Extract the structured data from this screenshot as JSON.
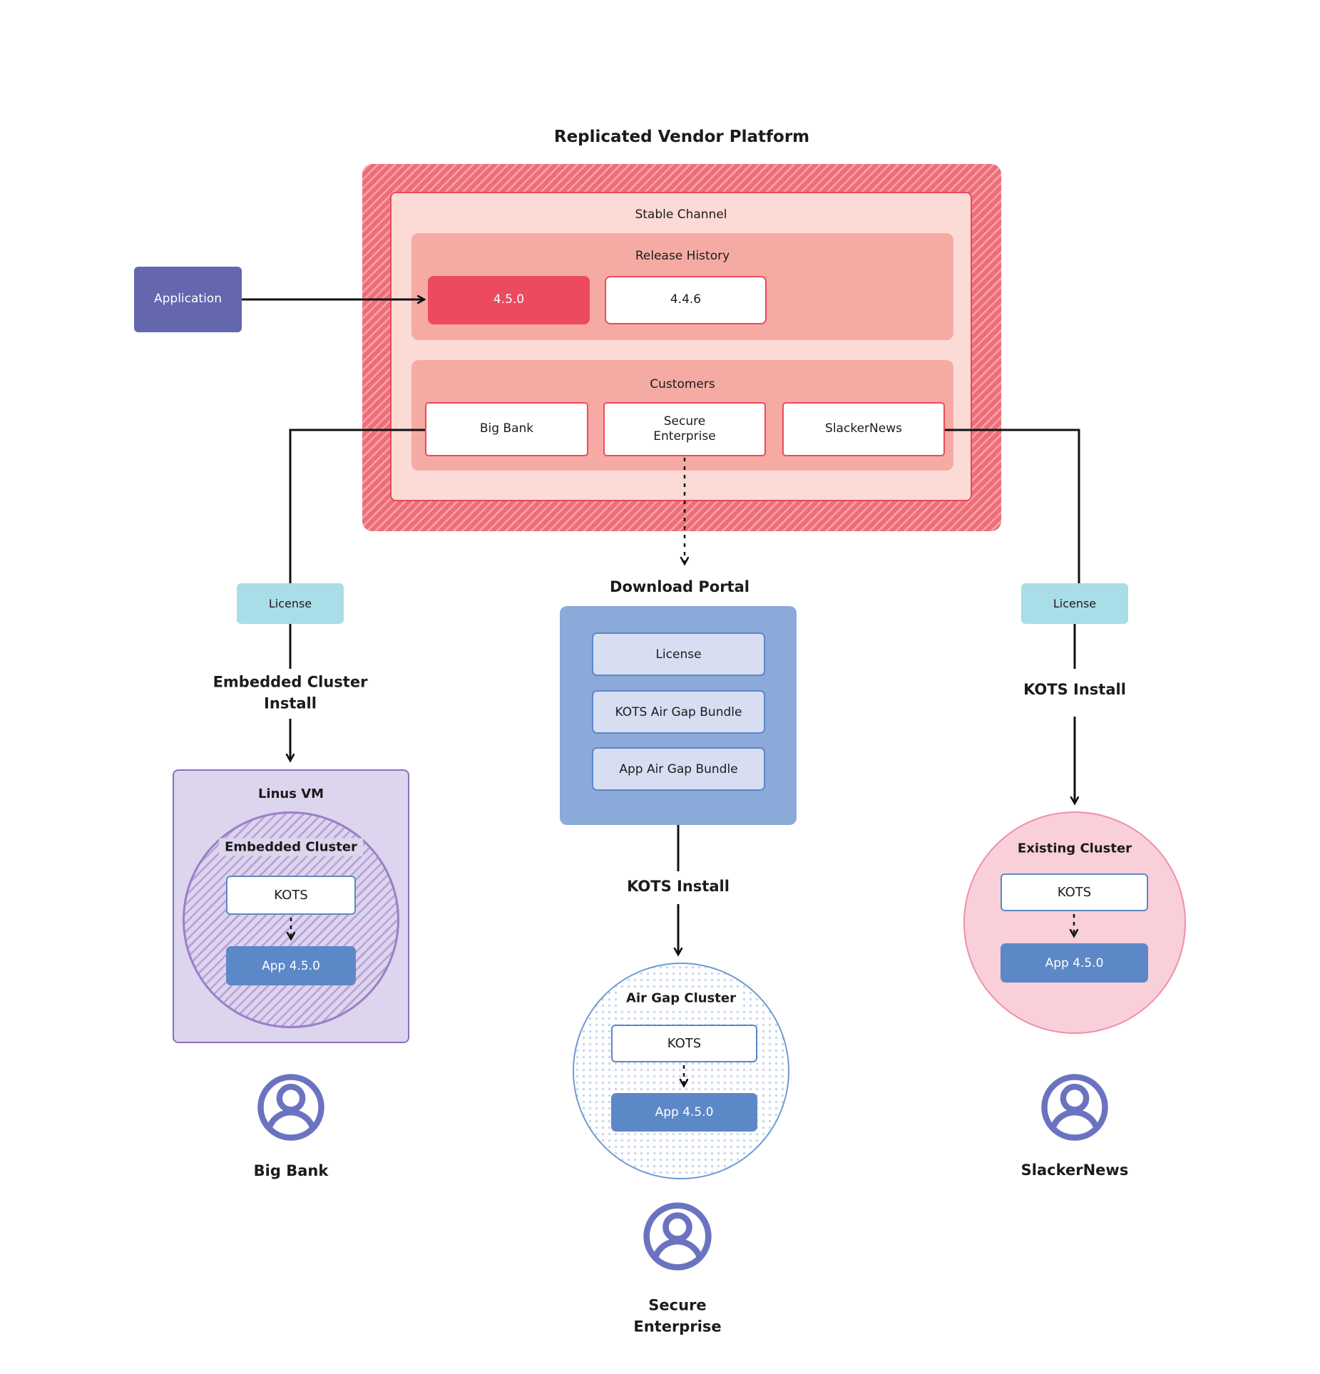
{
  "colors": {
    "hatch_red": "#ee6e78",
    "hatch_red_stripe": "#f6a2a9",
    "stable_channel_fill": "#fcdad6",
    "band_fill": "#f5aba4",
    "accent_red": "#ec4a5e",
    "application_purple": "#6467ae",
    "license_teal": "#a9dde8",
    "portal_blue": "#8ba9d9",
    "portal_item_fill": "#d8def2",
    "app_blue": "#5d88c7",
    "vm_fill": "#ddd4ed",
    "vm_border": "#8a70c0",
    "cluster_hatch_purple": "#b7a2d8",
    "existing_cluster_fill": "#f9cfda",
    "existing_cluster_border": "#ee8fab",
    "airgap_border": "#6f9bd1",
    "airgap_dot": "#c9d8f0",
    "user_icon_purple": "#6b73c1",
    "connector_black": "#111111"
  },
  "diagram": {
    "title": "Replicated Vendor Platform",
    "platform": {
      "stable_channel": "Stable Channel",
      "release_history": {
        "label": "Release History",
        "releases": [
          "4.5.0",
          "4.4.6"
        ]
      },
      "customers": {
        "label": "Customers",
        "names": [
          "Big Bank",
          "Secure Enterprise",
          "SlackerNews"
        ]
      }
    },
    "application": "Application",
    "download_portal": {
      "label": "Download Portal",
      "items": [
        "License",
        "KOTS Air Gap Bundle",
        "App Air Gap Bundle"
      ]
    },
    "left_branch": {
      "license": "License",
      "install_line1": "Embedded Cluster",
      "install_line2": "Install",
      "vm": "Linus VM",
      "cluster": "Embedded Cluster",
      "kots": "KOTS",
      "app": "App 4.5.0",
      "user": "Big Bank"
    },
    "middle_branch": {
      "install": "KOTS Install",
      "cluster": "Air Gap Cluster",
      "kots": "KOTS",
      "app": "App 4.5.0",
      "user_line1": "Secure",
      "user_line2": "Enterprise"
    },
    "right_branch": {
      "license": "License",
      "install": "KOTS Install",
      "cluster": "Existing Cluster",
      "kots": "KOTS",
      "app": "App 4.5.0",
      "user": "SlackerNews"
    }
  }
}
